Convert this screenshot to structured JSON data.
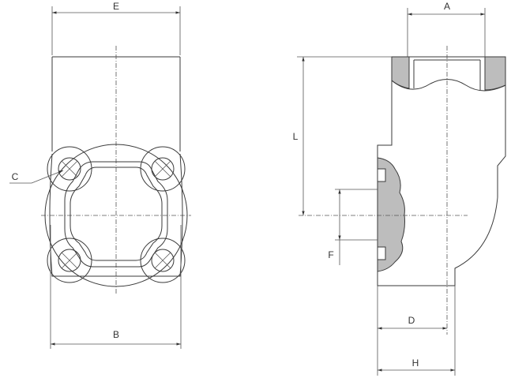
{
  "labels": {
    "E": "E",
    "A": "A",
    "C": "C",
    "L": "L",
    "F": "F",
    "B": "B",
    "D": "D",
    "H": "H"
  }
}
